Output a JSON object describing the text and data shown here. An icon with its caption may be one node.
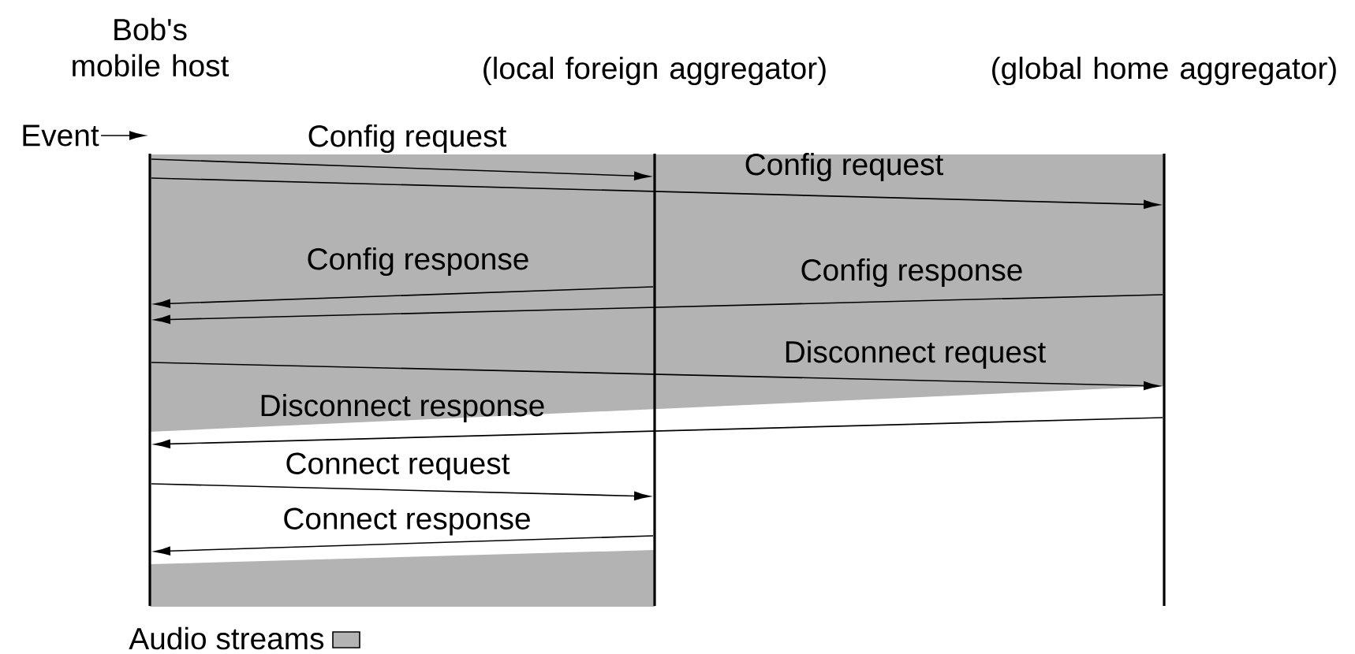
{
  "diagram": {
    "nodes": [
      {
        "text": [],
        "shape": "bar",
        "beside": [
          "Bob's mobile host"
        ]
      },
      {
        "text": [],
        "shape": "bar",
        "beside": [
          "(local foreign aggregator)"
        ]
      },
      {
        "text": [],
        "shape": "bar",
        "beside": [
          "(global home aggregator)"
        ]
      },
      {
        "text": [
          "Event"
        ]
      }
    ],
    "edges": [
      {
        "from": 3,
        "to": 0,
        "arrow": "to"
      },
      {
        "from": 0,
        "to": 1,
        "arrow": "to",
        "label": "Config request"
      },
      {
        "from": 0,
        "to": 2,
        "arrow": "to",
        "label": "Config request"
      },
      {
        "from": 1,
        "to": 0,
        "arrow": "to",
        "label": "Config response"
      },
      {
        "from": 2,
        "to": 0,
        "arrow": "to",
        "label": "Config response"
      },
      {
        "from": 0,
        "to": 2,
        "arrow": "to",
        "label": "Disconnect request"
      },
      {
        "from": 2,
        "to": 0,
        "arrow": "to",
        "label": "Disconnect response"
      },
      {
        "from": 0,
        "to": 1,
        "arrow": "to",
        "label": "Connect request"
      },
      {
        "from": 1,
        "to": 0,
        "arrow": "to",
        "label": "Connect response"
      }
    ],
    "legend": [
      {
        "text": "Audio streams",
        "color": "#b3b3b3"
      }
    ]
  }
}
